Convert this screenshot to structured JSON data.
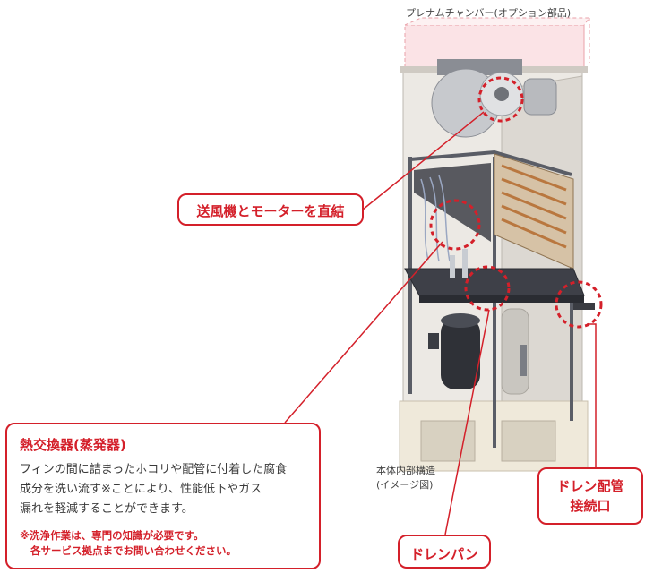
{
  "plenum_label": "プレナムチャンバー(オプション部品)",
  "blower_label": "送風機とモーターを直結",
  "heat_exchanger": {
    "title": "熱交換器(蒸発器)",
    "body_lines": [
      "フィンの間に詰まったホコリや配管に付着した腐食",
      "成分を洗い流す※ことにより、性能低下やガス",
      "漏れを軽減することができます。"
    ],
    "note_lines": [
      "※洗浄作業は、専門の知識が必要です。",
      "各サービス拠点までお問い合わせください。"
    ]
  },
  "interior_caption": [
    "本体内部構造",
    "(イメージ図)"
  ],
  "drain_port_lines": [
    "ドレン配管",
    "接続口"
  ],
  "drain_pan_label": "ドレンパン",
  "colors": {
    "accent": "#d4202a",
    "panel": "#ece9e4",
    "frame": "#5a5d66"
  }
}
